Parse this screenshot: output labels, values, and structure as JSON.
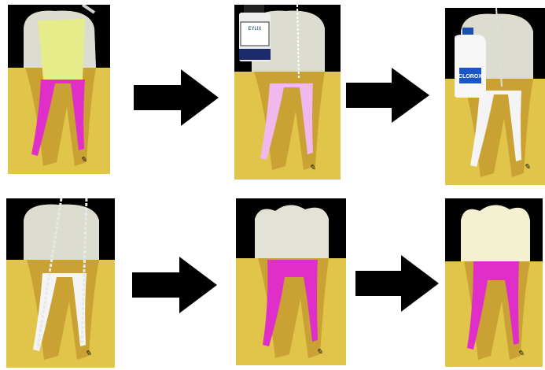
{
  "diagram": {
    "rows": [
      {
        "steps": [
          {
            "stage": "pulp-access",
            "pulp_color": "#e02fc8"
          },
          {
            "stage": "chelating-agent-irrigation",
            "bottle_label": "EYLIX",
            "pulp_color": "#f0b8ec"
          },
          {
            "stage": "bleach-irrigation",
            "bottle_label": "CLOROX",
            "pulp_color": "#ffffff"
          }
        ]
      },
      {
        "steps": [
          {
            "stage": "canal-instrumentation",
            "pulp_color": "#ffffff"
          },
          {
            "stage": "pulp-regeneration",
            "pulp_color": "#e02fc8"
          },
          {
            "stage": "regenerated-tooth",
            "pulp_color": "#e02fc8"
          }
        ]
      }
    ]
  },
  "colors": {
    "background": "#000000",
    "bone": "#e0c54a",
    "root": "#c9a233",
    "crown": "#dcdcd0",
    "pulp": "#e02fc8",
    "arrow": "#000000"
  },
  "icons": {
    "arrow": "right-arrow-icon",
    "bottle": "bottle-icon",
    "file": "endodontic-file-icon"
  }
}
